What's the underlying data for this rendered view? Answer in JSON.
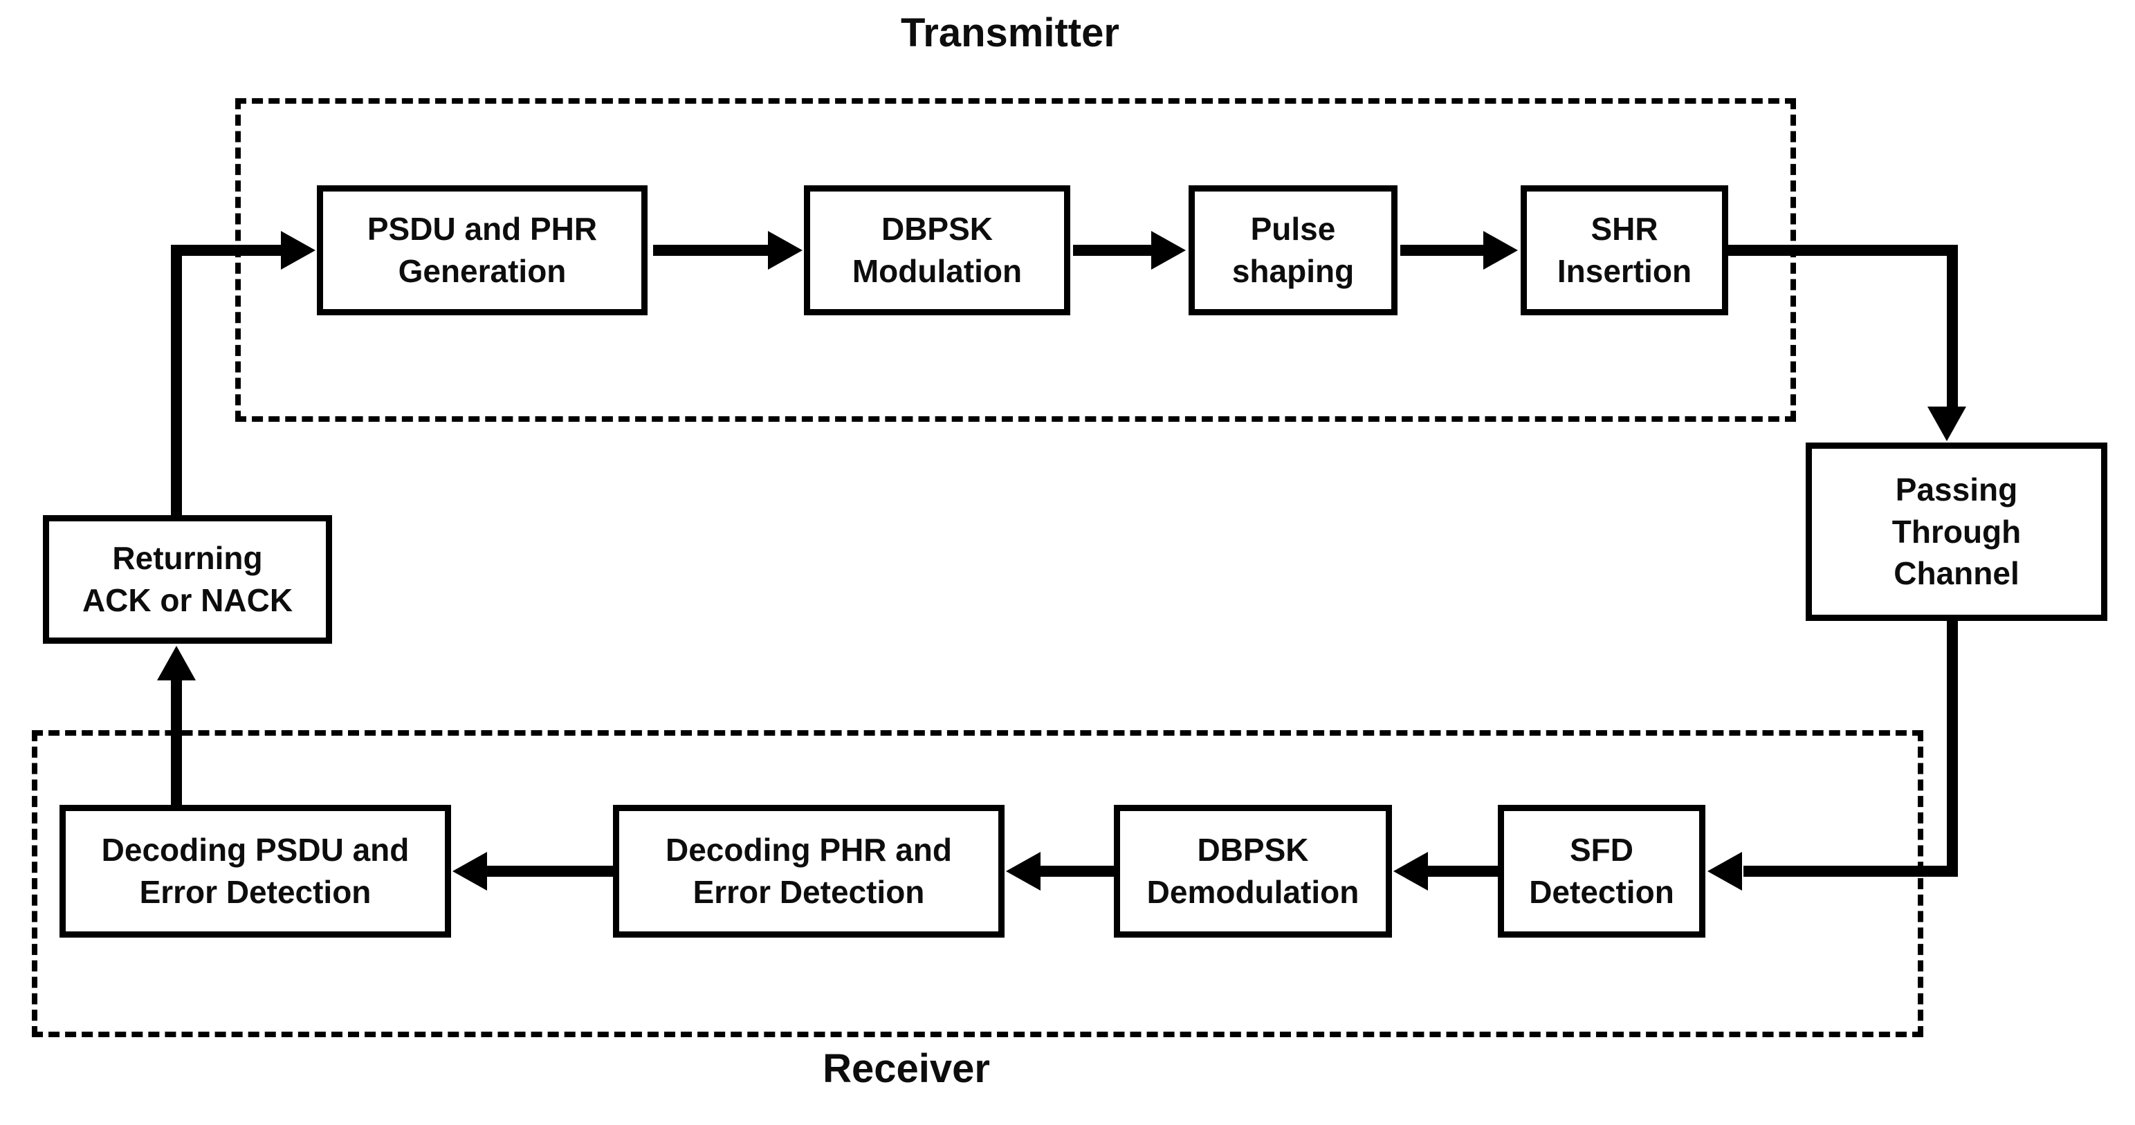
{
  "diagram": {
    "transmitter": {
      "title": "Transmitter",
      "blocks": {
        "psdu_phr_generation": "PSDU and PHR\nGeneration",
        "dbpsk_modulation": "DBPSK\nModulation",
        "pulse_shaping": "Pulse\nshaping",
        "shr_insertion": "SHR\nInsertion"
      }
    },
    "channel": {
      "passing_through_channel": "Passing\nThrough\nChannel"
    },
    "feedback": {
      "returning_ack_or_nack": "Returning\nACK or NACK"
    },
    "receiver": {
      "title": "Receiver",
      "blocks": {
        "sfd_detection": "SFD\nDetection",
        "dbpsk_demodulation": "DBPSK\nDemodulation",
        "decoding_phr_error_detection": "Decoding PHR and\nError Detection",
        "decoding_psdu_error_detection": "Decoding PSDU and\nError Detection"
      }
    },
    "colors": {
      "line": "#000000",
      "background": "#ffffff"
    }
  }
}
